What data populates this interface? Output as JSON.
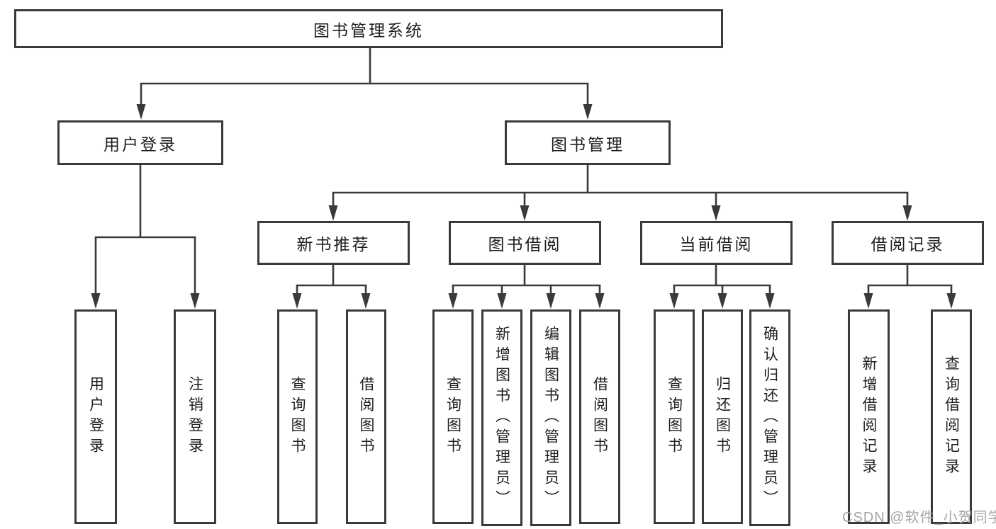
{
  "tree": {
    "root": "图书管理系统",
    "branches": [
      {
        "label": "用户登录",
        "children": [
          "用户登录",
          "注销登录"
        ]
      },
      {
        "label": "图书管理",
        "groups": [
          {
            "label": "新书推荐",
            "children": [
              "查询图书",
              "借阅图书"
            ]
          },
          {
            "label": "图书借阅",
            "children": [
              "查询图书",
              "新增图书（管理员）",
              "编辑图书（管理员）",
              "借阅图书"
            ]
          },
          {
            "label": "当前借阅",
            "children": [
              "查询图书",
              "归还图书",
              "确认归还（管理员）"
            ]
          },
          {
            "label": "借阅记录",
            "children": [
              "新增借阅记录",
              "查询借阅记录"
            ]
          }
        ]
      }
    ]
  },
  "watermark": {
    "text": "CSDN @软件_小贺同学"
  },
  "colors": {
    "line": "#3a3a3a",
    "border": "#3a3a3a",
    "text": "#1e1e1e",
    "watermark": "#a6a6a6",
    "background": "#ffffff"
  }
}
